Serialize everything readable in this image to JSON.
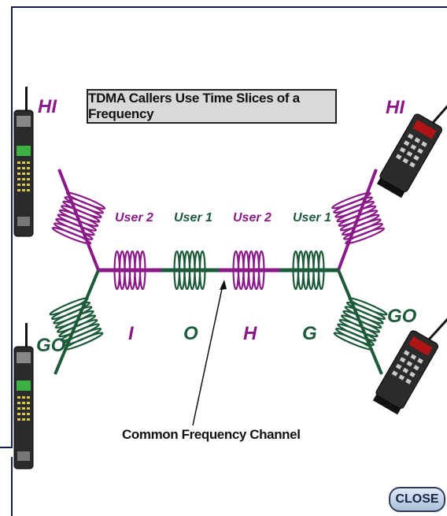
{
  "title": "TDMA Callers Use Time Slices of a Frequency",
  "caption": "Common Frequency Channel",
  "close_label": "CLOSE",
  "callers": {
    "top_left": "HI",
    "bottom_left": "GO",
    "top_right": "HI",
    "bottom_right": "GO"
  },
  "slots": [
    {
      "user": "User 2",
      "letter": "I",
      "color": "#8b1a89"
    },
    {
      "user": "User 1",
      "letter": "O",
      "color": "#1c5a3a"
    },
    {
      "user": "User 2",
      "letter": "H",
      "color": "#8b1a89"
    },
    {
      "user": "User 1",
      "letter": "G",
      "color": "#1c5a3a"
    }
  ],
  "colors": {
    "user2": "#8b1a89",
    "user1": "#1c5a3a"
  },
  "icons": [
    "cell-phone-icon",
    "flip-phone-icon"
  ]
}
